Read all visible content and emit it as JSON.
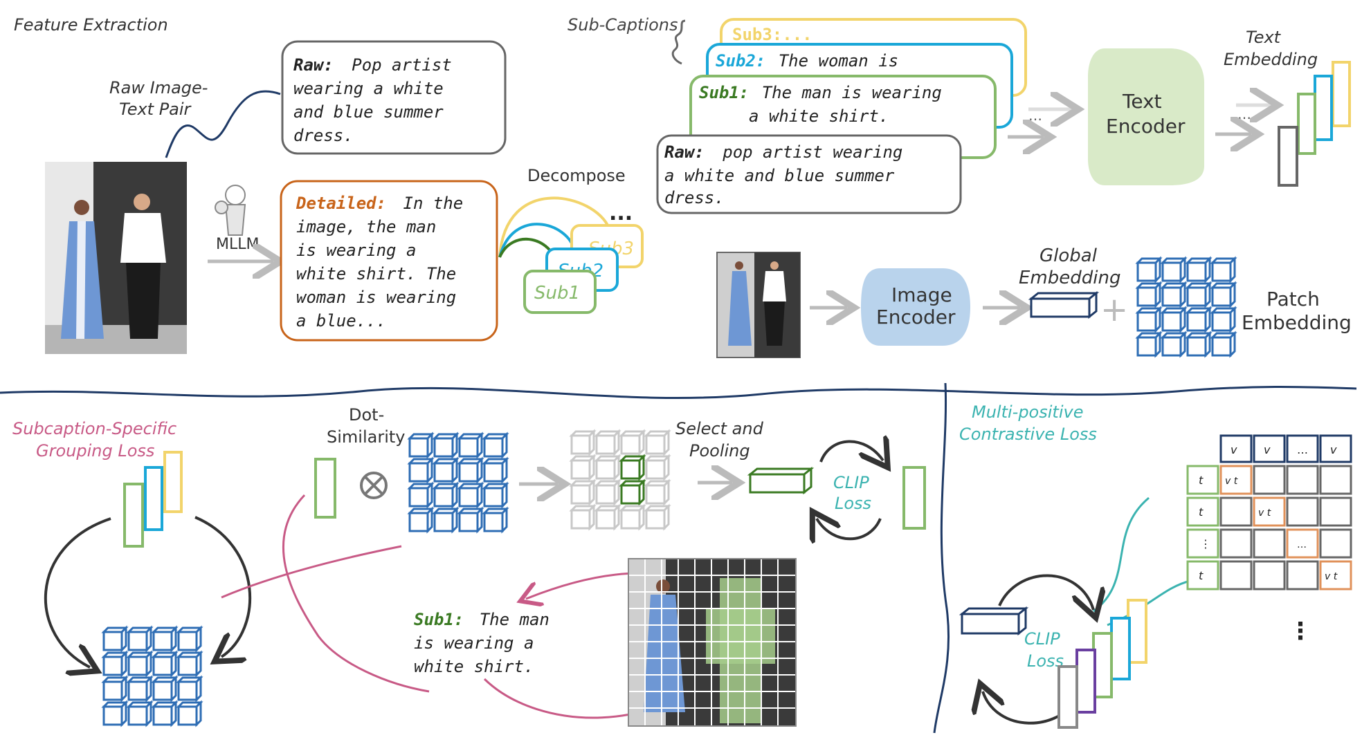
{
  "labels": {
    "feature_extraction": "Feature Extraction",
    "raw_pair_line1": "Raw Image-",
    "raw_pair_line2": "Text Pair",
    "mllm": "MLLM",
    "decompose": "Decompose",
    "sub_captions": "Sub-Captions",
    "text_encoder_line1": "Text",
    "text_encoder_line2": "Encoder",
    "text_embedding_line1": "Text",
    "text_embedding_line2": "Embedding",
    "image_encoder_line1": "Image",
    "image_encoder_line2": "Encoder",
    "global_embedding_line1": "Global",
    "global_embedding_line2": "Embedding",
    "patch_embedding_line1": "Patch",
    "patch_embedding_line2": "Embedding",
    "grouping_loss_line1": "Subcaption-Specific",
    "grouping_loss_line2": "Grouping Loss",
    "dot_similarity_line1": "Dot-",
    "dot_similarity_line2": "Similarity",
    "select_pooling_line1": "Select and",
    "select_pooling_line2": "Pooling",
    "clip_loss_line1": "CLIP",
    "clip_loss_line2": "Loss",
    "multi_positive_line1": "Multi-positive",
    "multi_positive_line2": "Contrastive Loss",
    "ellipsis": "...",
    "dots": "…",
    "vdots": "⋮"
  },
  "captions": {
    "raw_prefix": "Raw:",
    "raw_box": [
      "Pop artist",
      "wearing a white",
      "and blue summer",
      "dress."
    ],
    "detailed_prefix": "Detailed:",
    "detailed_box": [
      "In the",
      "image,  the  man",
      "is    wearing   a",
      "white shirt.  The",
      "woman is wearing",
      "a blue..."
    ],
    "sub_tags": [
      "Sub1",
      "Sub2",
      "Sub3"
    ],
    "stack_sub3": "Sub3:...",
    "stack_sub2_prefix": "Sub2:",
    "stack_sub2": "The woman is",
    "stack_sub1_prefix": "Sub1:",
    "stack_sub1": [
      "The man is wearing",
      "a white shirt."
    ],
    "stack_raw_prefix": "Raw:",
    "stack_raw": [
      "pop artist wearing",
      "a white and blue summer",
      "dress."
    ],
    "bottom_sub1_prefix": "Sub1:",
    "bottom_sub1": [
      "The man",
      "is wearing a",
      "white shirt."
    ]
  },
  "matrix": {
    "col_headers": [
      "v",
      "v",
      "…",
      "v"
    ],
    "row_headers": [
      "t",
      "t",
      "⋮",
      "t"
    ],
    "diag_cells": [
      "v t",
      "v t",
      "…",
      "v t"
    ]
  },
  "colors": {
    "navy": "#1f3a66",
    "blue": "#2e6db4",
    "green": "#86b96a",
    "cyan": "#1aa7d8",
    "yellow": "#f2d46b",
    "orange": "#c8641a",
    "pink": "#c85a86",
    "teal": "#3bb3b0",
    "gray": "#666666",
    "light_gray": "#bbbbbb",
    "purple": "#6a3fa0",
    "text_encoder_fill": "#d9eac8",
    "image_encoder_fill": "#b9d3ec"
  }
}
